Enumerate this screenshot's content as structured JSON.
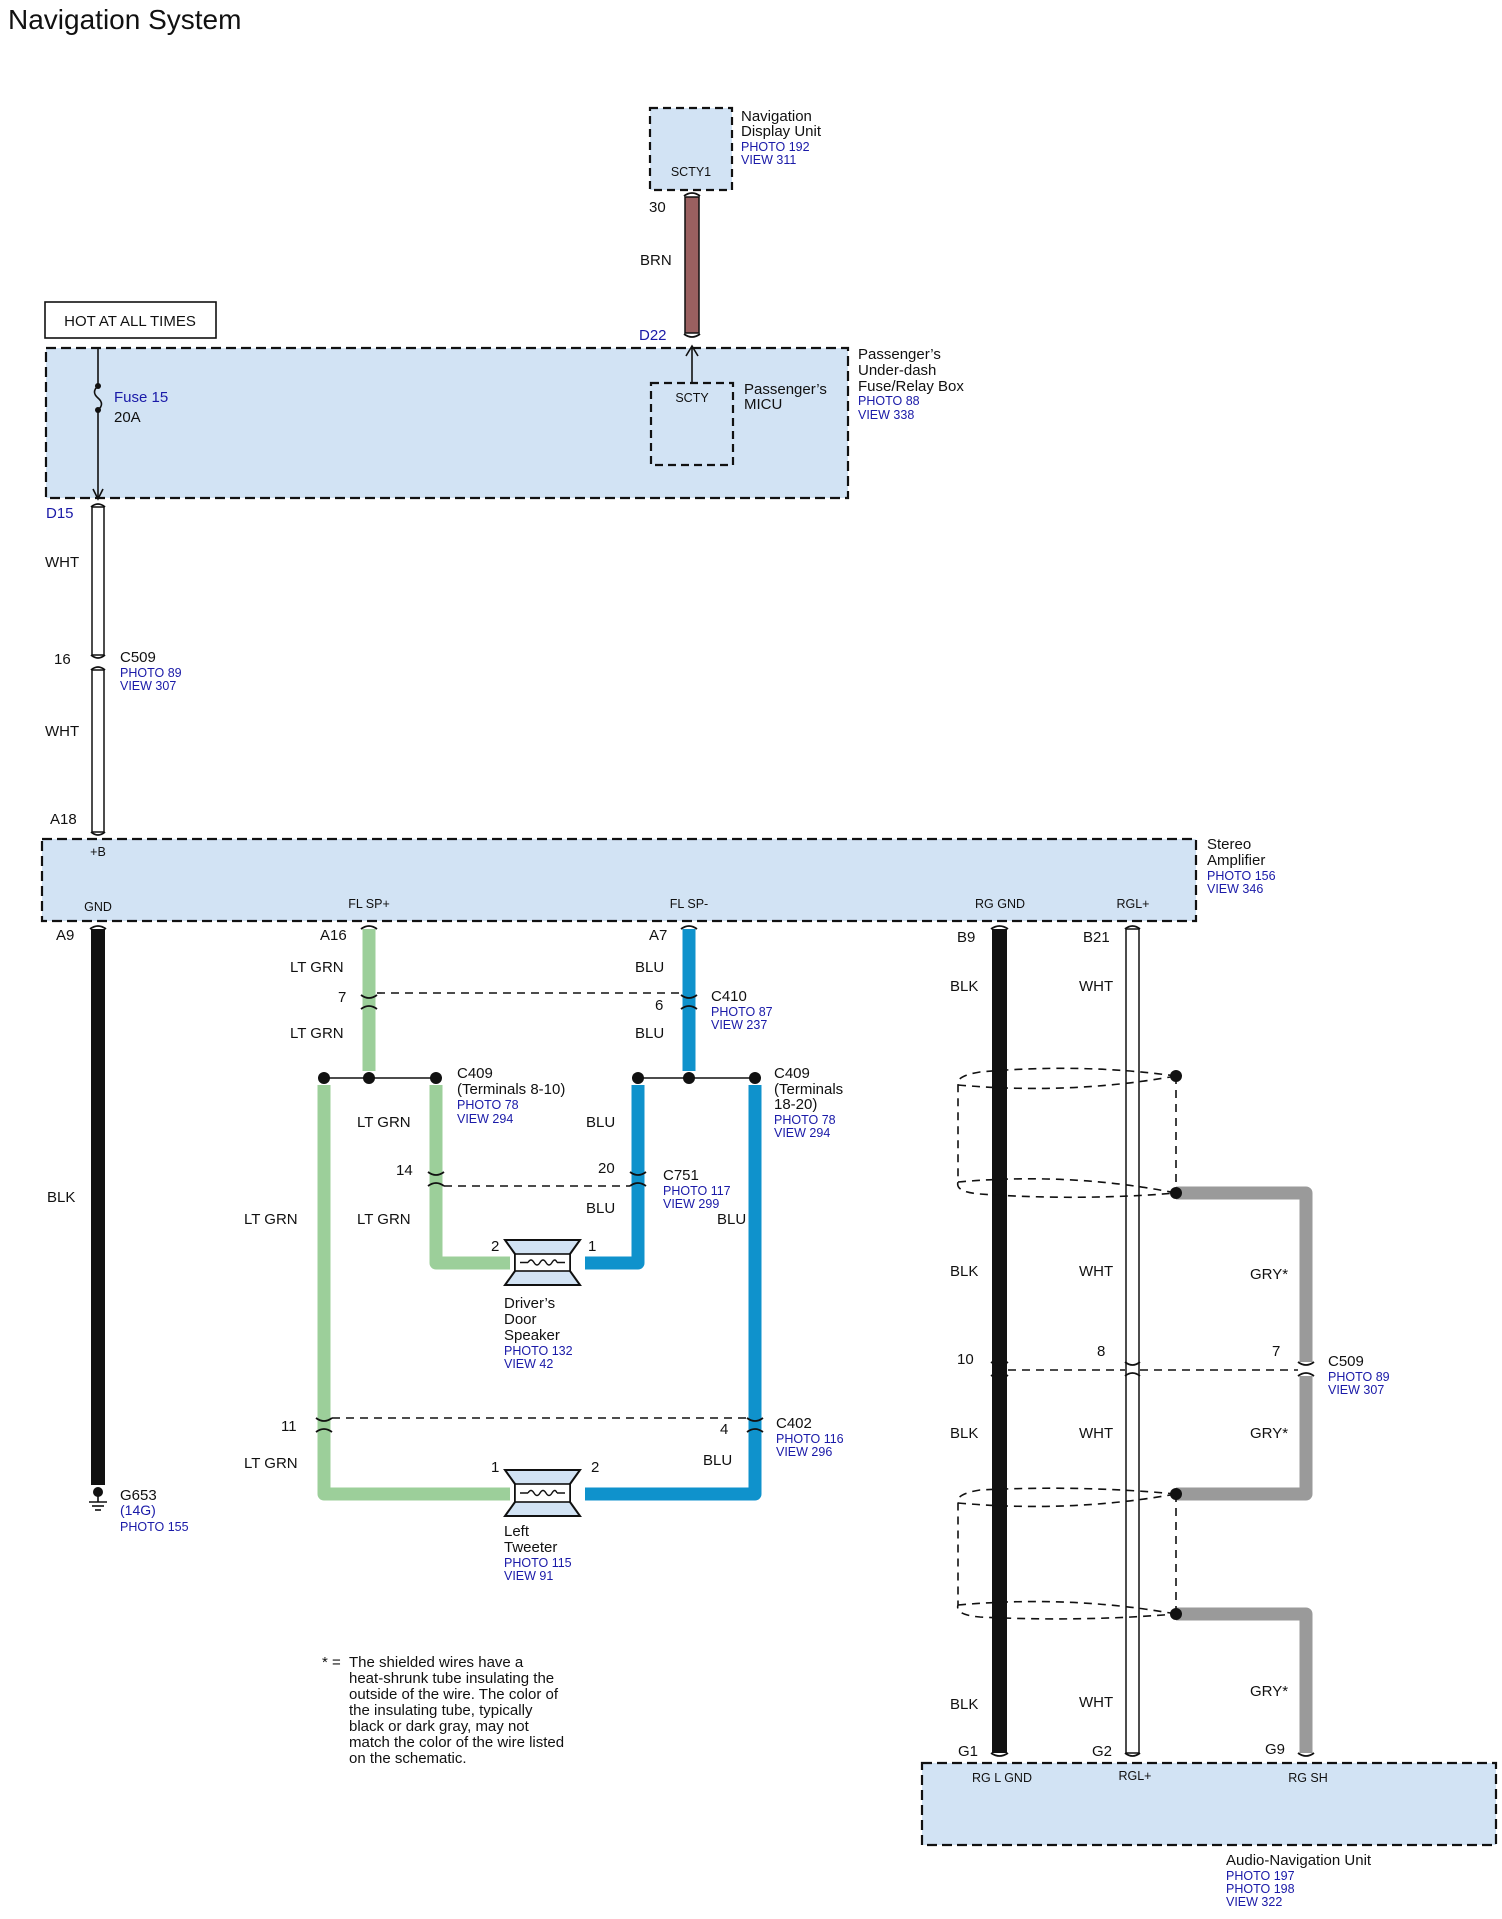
{
  "title": "Navigation System",
  "hot_label": "HOT AT ALL TIMES",
  "nav_display": {
    "name1": "Navigation",
    "name2": "Display Unit",
    "photo": "PHOTO 192",
    "view": "VIEW 311",
    "terminal": "SCTY1",
    "pin": "30"
  },
  "wire_brn": "BRN",
  "fuse_box": {
    "name1": "Passenger’s",
    "name2": "Under-dash",
    "name3": "Fuse/Relay Box",
    "photo": "PHOTO 88",
    "view": "VIEW 338",
    "pin_top": "D22",
    "pin_bottom": "D15",
    "fuse": "Fuse 15",
    "amps": "20A",
    "micu_terminal": "SCTY",
    "micu1": "Passenger’s",
    "micu2": "MICU"
  },
  "wht": "WHT",
  "c509_top": {
    "pin": "16",
    "name": "C509",
    "photo": "PHOTO 89",
    "view": "VIEW 307"
  },
  "amp": {
    "name1": "Stereo",
    "name2": "Amplifier",
    "photo": "PHOTO 156",
    "view": "VIEW 346",
    "pin_b": "A18",
    "term_b": "+B",
    "term_gnd": "GND",
    "term_flp": "FL SP+",
    "term_flm": "FL SP-",
    "term_rggnd": "RG GND",
    "term_rgl": "RGL+",
    "pin_gnd": "A9",
    "pin_flp": "A16",
    "pin_flm": "A7",
    "pin_rggnd": "B9",
    "pin_rgl": "B21"
  },
  "blk": "BLK",
  "ltgrn": "LT GRN",
  "blu": "BLU",
  "gry": "GRY*",
  "c410": {
    "pin_l": "7",
    "pin_r": "6",
    "name": "C410",
    "photo": "PHOTO 87",
    "view": "VIEW 237"
  },
  "c409a": {
    "name": "C409",
    "sub": "(Terminals 8-10)",
    "photo": "PHOTO 78",
    "view": "VIEW 294"
  },
  "c409b": {
    "name": "C409",
    "sub1": "(Terminals",
    "sub2": "18-20)",
    "photo": "PHOTO 78",
    "view": "VIEW 294"
  },
  "c751": {
    "pin_l": "14",
    "pin_r": "20",
    "name": "C751",
    "photo": "PHOTO 117",
    "view": "VIEW 299"
  },
  "door_spk": {
    "pin_l": "2",
    "pin_r": "1",
    "name1": "Driver’s",
    "name2": "Door",
    "name3": "Speaker",
    "photo": "PHOTO 132",
    "view": "VIEW 42"
  },
  "c402": {
    "pin_l": "11",
    "pin_r": "4",
    "name": "C402",
    "photo": "PHOTO 116",
    "view": "VIEW 296"
  },
  "tweeter": {
    "pin_l": "1",
    "pin_r": "2",
    "name1": "Left",
    "name2": "Tweeter",
    "photo": "PHOTO 115",
    "view": "VIEW 91"
  },
  "ground": {
    "name": "G653",
    "sub": "(14G)",
    "photo": "PHOTO 155"
  },
  "c509_bottom": {
    "pin_blk": "10",
    "pin_wht": "8",
    "pin_gry": "7",
    "name": "C509",
    "photo": "PHOTO 89",
    "view": "VIEW 307"
  },
  "audio_unit": {
    "name": "Audio-Navigation Unit",
    "photo1": "PHOTO 197",
    "photo2": "PHOTO 198",
    "view": "VIEW 322",
    "pin_g1": "G1",
    "pin_g2": "G2",
    "pin_g9": "G9",
    "term_g1": "RG L GND",
    "term_g2": "RGL+",
    "term_g9": "RG SH"
  },
  "note": {
    "mark": "* =",
    "lines": [
      "The shielded wires have a",
      "heat-shrunk tube insulating the",
      "outside of the wire. The color of",
      "the insulating tube, typically",
      "black or dark gray, may not",
      "match the color of the wire listed",
      "on the schematic."
    ]
  },
  "colors": {
    "brn": "#9a6060",
    "ltgrn": "#9ccf9a",
    "blu": "#0f92cc",
    "blk": "#111111",
    "gry": "#9a9a9a",
    "box_fill": "#d2e3f4"
  }
}
